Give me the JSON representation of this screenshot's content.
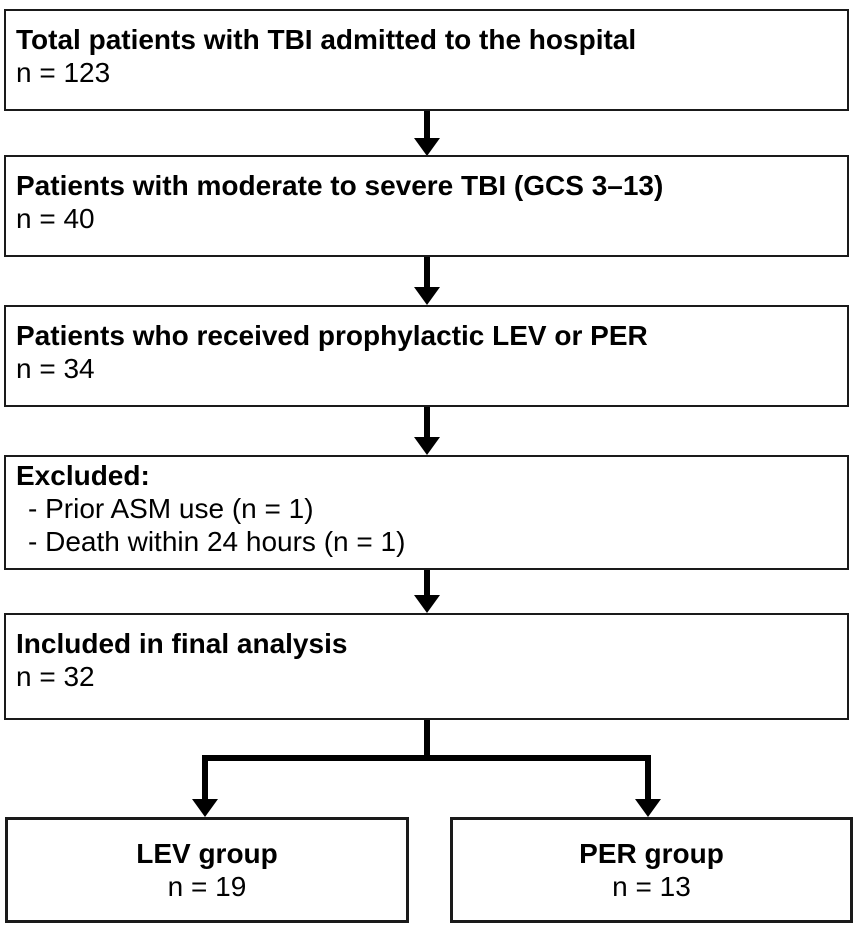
{
  "diagram": {
    "colors": {
      "background": "#ffffff",
      "border": "#1a1a1a",
      "text": "#000000",
      "arrow": "#000000"
    },
    "boxes": [
      {
        "title": "Total patients with TBI admitted to the hospital",
        "count": "n = 123"
      },
      {
        "title": "Patients with moderate to severe TBI (GCS 3–13)",
        "count": "n = 40"
      },
      {
        "title": "Patients who received prophylactic LEV or PER",
        "count": "n = 34"
      },
      {
        "title": "Excluded:",
        "items": [
          "- Prior ASM use (n = 1)",
          "- Death within 24 hours (n = 1)"
        ]
      },
      {
        "title": "Included in final analysis",
        "count": "n = 32"
      }
    ],
    "groups": [
      {
        "title": "LEV group",
        "count": "n = 19"
      },
      {
        "title": "PER group",
        "count": "n = 13"
      }
    ]
  }
}
